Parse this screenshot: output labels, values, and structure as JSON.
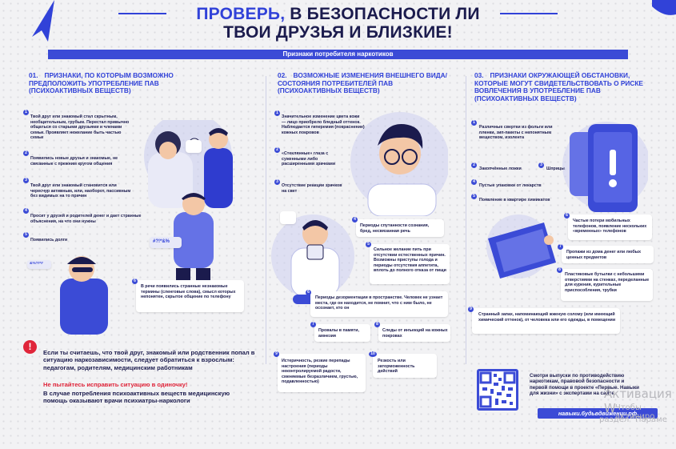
{
  "title": {
    "highlight": "ПРОВЕРЬ,",
    "line1_rest": "В БЕЗОПАСНОСТИ ЛИ",
    "line2": "ТВОИ ДРУЗЬЯ И БЛИЗКИЕ!"
  },
  "banner": "Признаки потребителя наркотиков",
  "columns": [
    {
      "num": "01.",
      "title": "ПРИЗНАКИ, ПО КОТОРЫМ ВОЗМОЖНО ПРЕДПОЛОЖИТЬ УПОТРЕБЛЕНИЕ ПАВ (ПСИХОАКТИВНЫХ ВЕЩЕСТВ)"
    },
    {
      "num": "02.",
      "title": "ВОЗМОЖНЫЕ ИЗМЕНЕНИЯ ВНЕШНЕГО ВИДА/СОСТОЯНИЯ ПОТРЕБИТЕЛЕЙ ПАВ (ПСИХОАКТИВНЫХ ВЕЩЕСТВ)"
    },
    {
      "num": "03.",
      "title": "ПРИЗНАКИ ОКРУЖАЮЩЕЙ ОБСТАНОВКИ, КОТОРЫЕ МОГУТ СВИДЕТЕЛЬСТВОВАТЬ О РИСКЕ ВОВЛЕЧЕНИЯ В УПОТРЕБЛЕНИЕ ПАВ (ПСИХОАКТИВНЫХ ВЕЩЕСТВ)"
    }
  ],
  "col1": [
    "Твой друг или знакомый стал скрытным, необщительным, грубым. Перестал привычно общаться со старыми друзьями и членами семьи. Проявляет нежелание быть частью семьи",
    "Появились новые друзья и знакомые, не связанные с прежним кругом общения",
    "Твой друг или знакомый становится или чересчур активным, или, наоборот, пассивным без видимых на то причин",
    "Просит у друзей и родителей денег и дает странные объяснения, на что они нужны",
    "Появились долги",
    "В речи появились странные незнакомые термины (сленговые слова), смысл которых непонятен, скрытое общение по телефону"
  ],
  "col2": [
    "Значительное изменение цвета кожи — лицо приобрело бледный оттенок. Наблюдается гиперемия (покраснение) кожных покровов",
    "«Стеклянные» глаза с суженными либо расширенными зрачками",
    "Отсутствие реакции зрачков на свет",
    "Периоды спутанности сознания, бред, несвязанная речь",
    "Сильное желание пить при отсутствии естественных причин. Возможны приступы голода и периоды отсутствия аппетита, вплоть до полного отказа от пищи",
    "Периоды дезориентации в пространстве. Человек не узнает места, где он находится, не помнит, что с ним было, не осознает, кто он",
    "Провалы в памяти, амнезия",
    "Следы от инъекций на кожных покровах",
    "Истеричность, резкие перепады настроения (периоды неконтролируемой радости, сменяемые безразличием, грустью, подавленностью)",
    "Резкость или заторможенность действий"
  ],
  "col3": [
    "Различные свертки из фольги или пленки, зип-пакеты с непонятным веществом, изолента",
    "Закопчённые ложки",
    "Шприцы",
    "Пустые упаковки от лекарств",
    "Появление в квартире химикатов",
    "Частые потери мобильных телефонов, появление нескольких «временных» телефонов",
    "Пропажи из дома денег или любых ценных предметов",
    "Пластиковые бутылки с небольшими отверстиями на стенках, переделанные для курения, курительные приспособления, трубки",
    "Странный запах, напоминающий жженую солому (или имеющий химический оттенок), от человека или его одежды, в помещении"
  ],
  "col2_badges": [
    "1",
    "2",
    "3",
    "4",
    "5",
    "6",
    "7",
    "8",
    "9",
    "10"
  ],
  "stickers": {
    "s1": "#?!*&%",
    "s2": "&%?!*#"
  },
  "warning": {
    "icon": "!",
    "text1": "Если ты считаешь, что твой друг, знакомый или родственник попал в ситуацию наркозависимости, следует обратиться к взрослым: педагогам, родителям, медицинским работникам",
    "text2": "Не пытайтесь исправить ситуацию в одиночку!",
    "text3": "В случае потребления психоактивных веществ медицинскую помощь оказывают врачи психиатры-наркологи"
  },
  "qr_text": "Смотри выпуски по противодействию наркотикам, правовой безопасности и первой помощи в проекте «Первые. Навыки для жизни» с экспертами на сайте",
  "site": "навыки.будьвдвижении.рф",
  "watermark": {
    "line1": "Активация W",
    "line2": "Чтобы активиро",
    "line3": "раздел \"Параме"
  },
  "colors": {
    "accent": "#3142d8",
    "warning": "#e0253a",
    "text": "#1b1b4d"
  }
}
